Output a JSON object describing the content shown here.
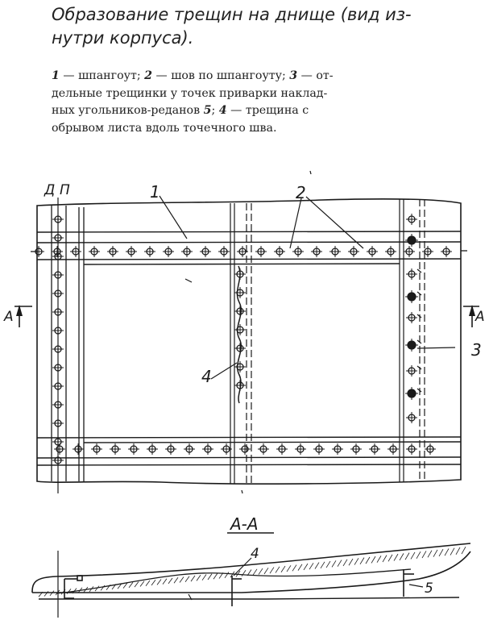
{
  "figure": {
    "title": "Образование трещин на днище (вид из-нутри корпуса).",
    "title_line1": "Образование трещин на днище (вид из-",
    "title_line2": "нутри корпуса).",
    "legend_lines": [
      [
        "1",
        " — шпангоут; ",
        "2",
        " — шов по шпангоуту; ",
        "3",
        " — от-"
      ],
      [
        "дельные трещинки у точек приварки наклад-"
      ],
      [
        "ных угольников-реданов ",
        "5",
        "; ",
        "4",
        " — трещина с"
      ],
      [
        "обрывом листа вдоль точечного шва."
      ]
    ]
  },
  "drawing": {
    "label_D": "Д",
    "label_P": "П",
    "label_1": "1",
    "label_2": "2",
    "label_3": "3",
    "label_4": "4",
    "section_left": "А",
    "section_right": "А",
    "section_title": "А-А",
    "section_label_4": "4",
    "section_label_5": "5"
  },
  "colors": {
    "ink": "#1a1a1a",
    "paper": "#ffffff"
  }
}
